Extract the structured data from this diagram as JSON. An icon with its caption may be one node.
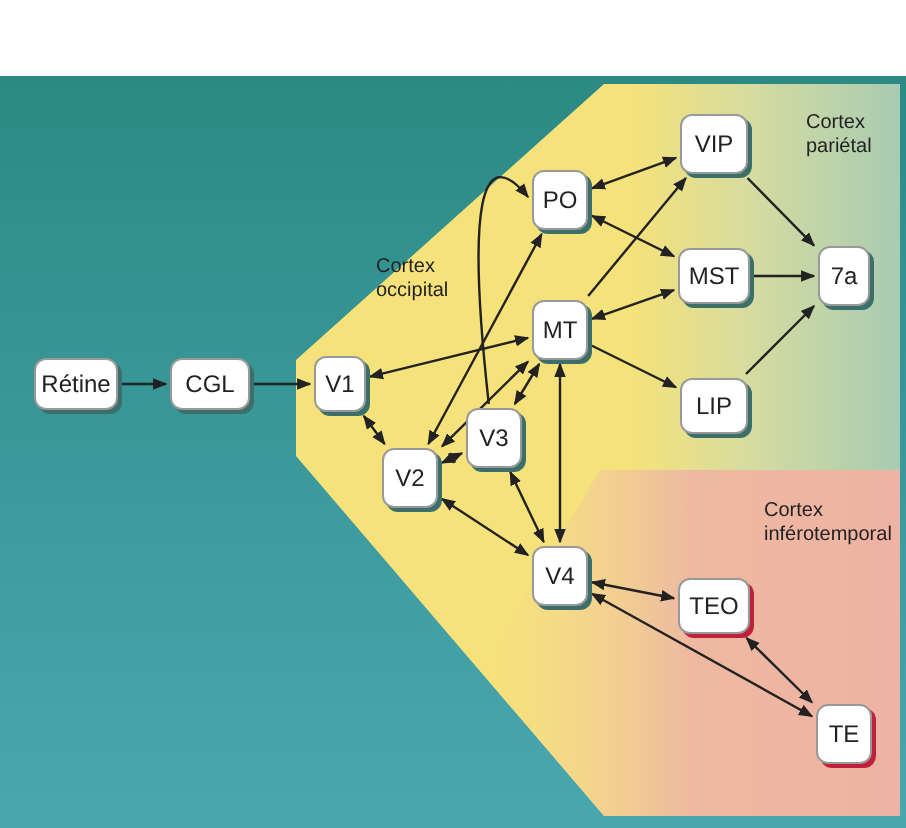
{
  "diagram": {
    "nodes": [
      {
        "text": [
          "Rétine"
        ]
      },
      {
        "text": [
          "CGL"
        ]
      },
      {
        "text": [
          "V1"
        ]
      },
      {
        "text": [
          "V2"
        ]
      },
      {
        "text": [
          "V3"
        ]
      },
      {
        "text": [
          "PO"
        ]
      },
      {
        "text": [
          "MT"
        ]
      },
      {
        "text": [
          "V4"
        ]
      },
      {
        "text": [
          "VIP"
        ]
      },
      {
        "text": [
          "MST"
        ]
      },
      {
        "text": [
          "LIP"
        ]
      },
      {
        "text": [
          "7a"
        ]
      },
      {
        "text": [
          "TEO"
        ]
      },
      {
        "text": [
          "TE"
        ]
      }
    ],
    "edges": [
      {
        "from": 0,
        "to": 1,
        "arrow": "to"
      },
      {
        "from": 1,
        "to": 2,
        "arrow": "to"
      },
      {
        "from": 2,
        "to": 3,
        "arrow": "both"
      },
      {
        "from": 2,
        "to": 6,
        "arrow": "both"
      },
      {
        "from": 3,
        "to": 5,
        "arrow": "both"
      },
      {
        "from": 3,
        "to": 6,
        "arrow": "both"
      },
      {
        "from": 4,
        "to": 5,
        "arrow": "to"
      },
      {
        "from": 3,
        "to": 4,
        "arrow": "both"
      },
      {
        "from": 4,
        "to": 6,
        "arrow": "both"
      },
      {
        "from": 3,
        "to": 7,
        "arrow": "both"
      },
      {
        "from": 4,
        "to": 7,
        "arrow": "both"
      },
      {
        "from": 6,
        "to": 7,
        "arrow": "both"
      },
      {
        "from": 5,
        "to": 8,
        "arrow": "both"
      },
      {
        "from": 5,
        "to": 9,
        "arrow": "both"
      },
      {
        "from": 6,
        "to": 8,
        "arrow": "to"
      },
      {
        "from": 6,
        "to": 9,
        "arrow": "both"
      },
      {
        "from": 6,
        "to": 10,
        "arrow": "to"
      },
      {
        "from": 8,
        "to": 11,
        "arrow": "to"
      },
      {
        "from": 9,
        "to": 11,
        "arrow": "to"
      },
      {
        "from": 10,
        "to": 11,
        "arrow": "to"
      },
      {
        "from": 7,
        "to": 12,
        "arrow": "both"
      },
      {
        "from": 7,
        "to": 13,
        "arrow": "both"
      },
      {
        "from": 12,
        "to": 13,
        "arrow": "both"
      }
    ],
    "labels": [
      "Cortex pariétal",
      "Cortex occipital",
      "Cortex inférotemporal"
    ]
  }
}
